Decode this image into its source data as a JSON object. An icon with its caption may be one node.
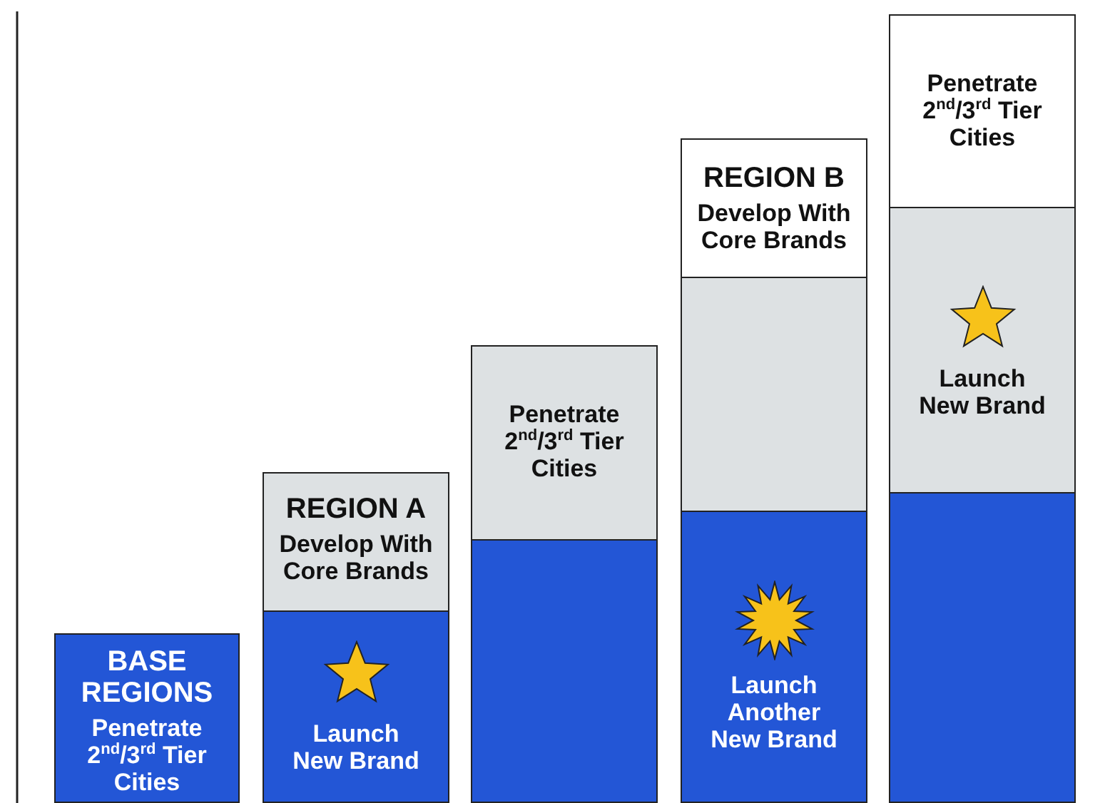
{
  "diagram": {
    "nodes": [
      {
        "text": [
          "BASE REGIONS",
          "Penetrate 2$^{nd}$/3$^{rd}$ Tier Cities"
        ]
      },
      {
        "text": [
          "REGION A",
          "Develop With Core Brands"
        ]
      },
      {
        "text": [
          "Launch New Brand"
        ]
      },
      {
        "text": [
          "Penetrate 2$^{nd}$/3$^{rd}$ Tier Cities"
        ]
      },
      {
        "text": [],
        "shape": "box"
      },
      {
        "text": [
          "REGION B",
          "Develop With Core Brands"
        ]
      },
      {
        "text": [],
        "shape": "box"
      },
      {
        "text": [
          "Launch Another New Brand"
        ]
      },
      {
        "text": [
          "Penetrate 2$^{nd}$/3$^{rd}$ Tier Cities"
        ]
      },
      {
        "text": [
          "Launch New Brand"
        ]
      },
      {
        "text": [],
        "shape": "box"
      }
    ]
  }
}
